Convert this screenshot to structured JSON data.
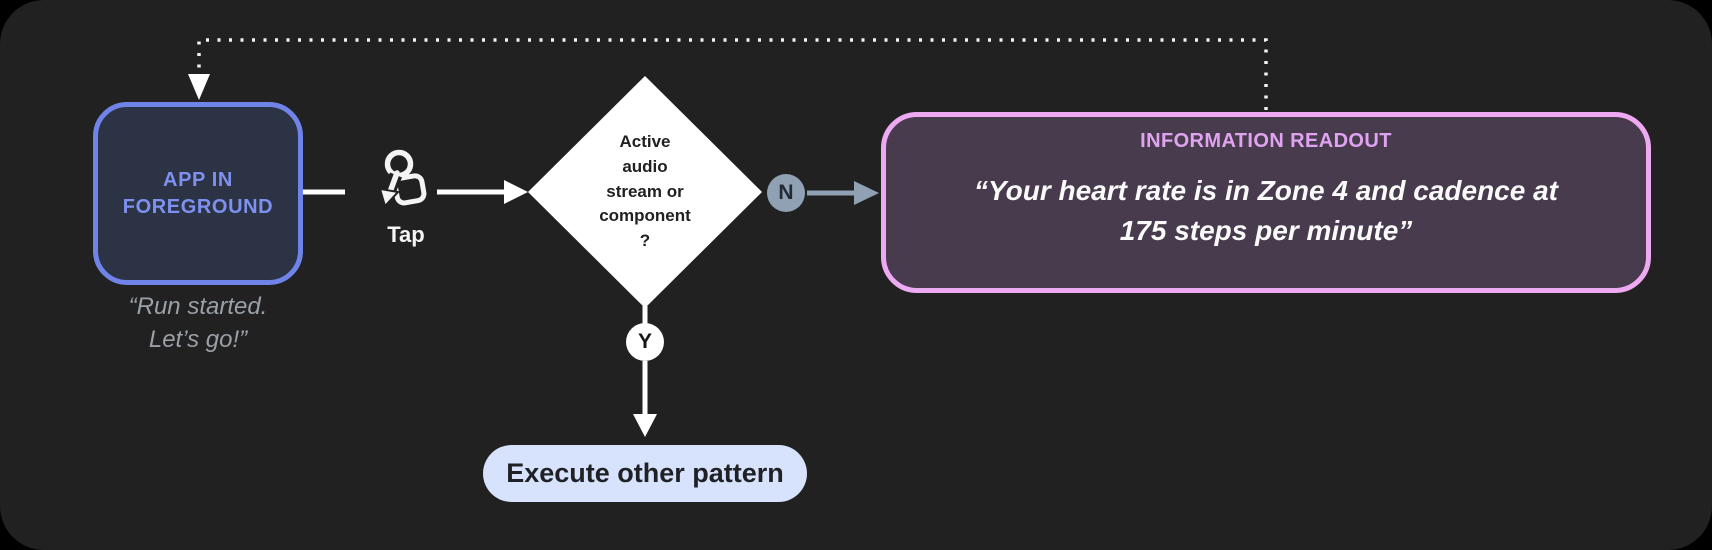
{
  "colors": {
    "panel_bg": "#212121",
    "app_node_border": "#6F83E8",
    "app_node_fill": "#2B3344",
    "app_node_text": "#7E90F0",
    "caption_text": "#9AA0A6",
    "branch_no_accent": "#8FA1B3",
    "readout_border": "#EDA9F2",
    "readout_fill": "#473B4D",
    "readout_title_text": "#DFA3F0",
    "execute_pill_fill": "#D7E3FC",
    "arrow_white": "#FFFFFF"
  },
  "diagram": {
    "app_node": {
      "label": "APP IN\nFOREGROUND",
      "caption": "“Run started.\nLet’s go!”"
    },
    "tap": {
      "label": "Tap"
    },
    "decision": {
      "label": "Active\naudio\nstream or\ncomponent\n?"
    },
    "branch_no": {
      "badge": "N"
    },
    "branch_yes": {
      "badge": "Y"
    },
    "readout_node": {
      "title": "INFORMATION READOUT",
      "body": "“Your heart rate is in Zone 4 and cadence at\n175 steps per minute”"
    },
    "execute_node": {
      "label": "Execute other pattern"
    }
  }
}
